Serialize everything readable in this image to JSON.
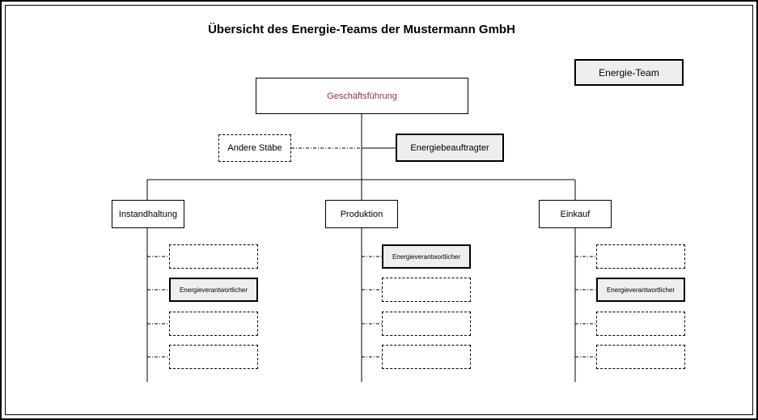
{
  "title": "Übersicht des Energie-Teams der Mustermann GmbH",
  "legend": {
    "badge": "Energie-Team"
  },
  "org": {
    "root": "Geschäftsführung",
    "staff_left": "Andere Stäbe",
    "staff_right": "Energiebeauftragter",
    "departments": [
      {
        "name": "Instandhaltung",
        "slots": [
          "",
          "Energieverantwortlicher",
          "",
          ""
        ]
      },
      {
        "name": "Produktion",
        "slots": [
          "Energieverantwortlicher",
          "",
          "",
          ""
        ]
      },
      {
        "name": "Einkauf",
        "slots": [
          "",
          "Energieverantwortlicher",
          "",
          ""
        ]
      }
    ]
  },
  "colors": {
    "root_text": "#953735",
    "filled_box_bg": "#eeeeee",
    "line": "#000000"
  }
}
